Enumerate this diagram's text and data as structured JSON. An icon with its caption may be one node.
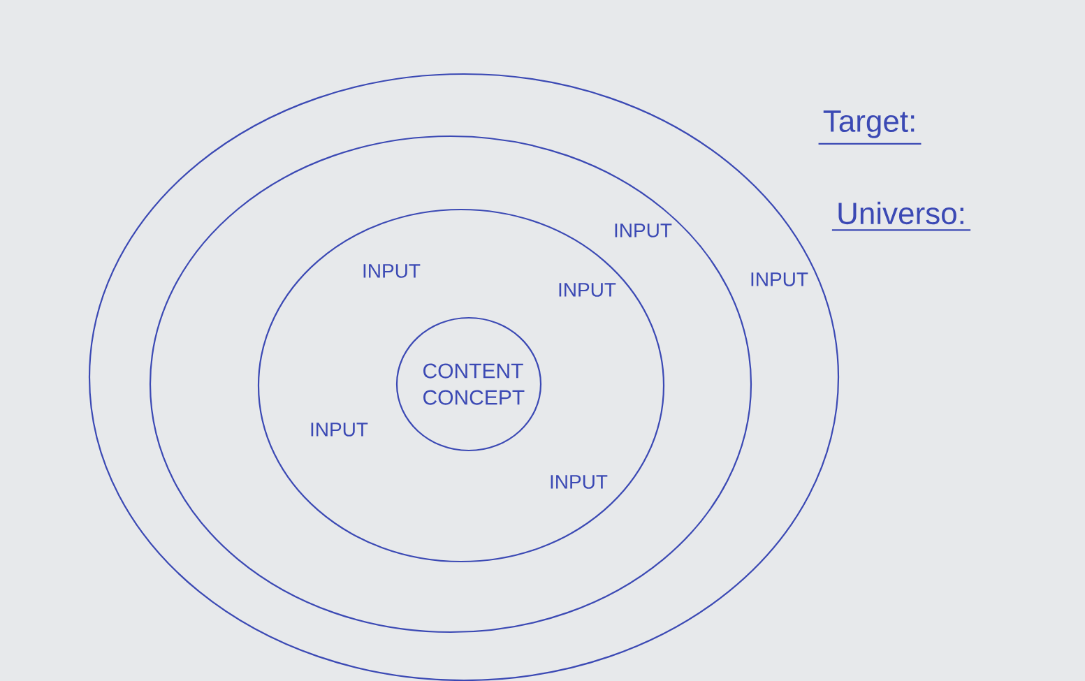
{
  "diagram": {
    "nodes": [
      {
        "text": [],
        "shape": "circle"
      },
      {
        "text": [],
        "shape": "circle",
        "in": 0
      },
      {
        "text": [],
        "shape": "circle",
        "in": 1
      },
      {
        "text": [
          "CONTENT CONCEPT"
        ],
        "in": 2
      }
    ],
    "labels": [
      "Target:",
      "Universo:",
      "INPUT",
      "INPUT",
      "INPUT",
      "INPUT",
      "INPUT",
      "INPUT"
    ]
  }
}
